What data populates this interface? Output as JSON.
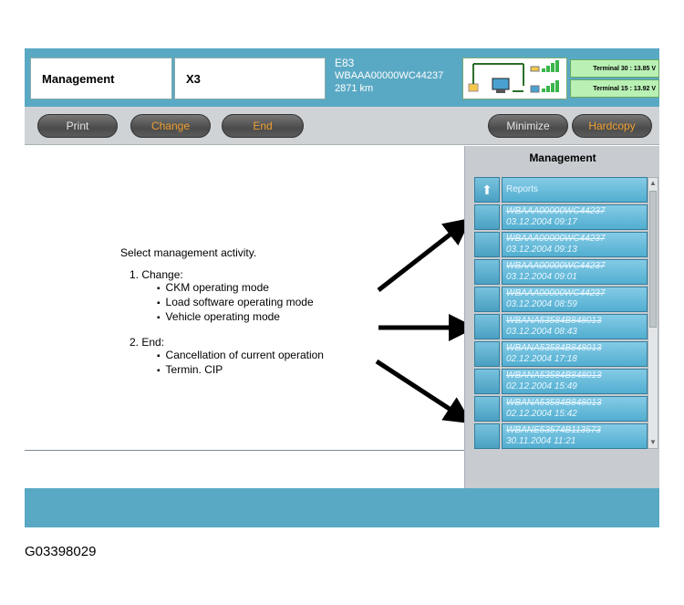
{
  "header": {
    "title": "Management",
    "model": "X3",
    "vehicle": {
      "code": "E83",
      "vin": "WBAAA00000WC44237",
      "mileage": "2871 km"
    },
    "terminal30": "Terminal 30 : 13.85 V",
    "terminal15": "Terminal 15 : 13.92 V"
  },
  "toolbar": {
    "print": "Print",
    "change": "Change",
    "end": "End",
    "minimize": "Minimize",
    "hardcopy": "Hardcopy"
  },
  "instructions": {
    "intro": "Select management activity.",
    "step1": {
      "title": "1.  Change:",
      "items": [
        "CKM operating mode",
        "Load software operating mode",
        "Vehicle operating mode"
      ]
    },
    "step2": {
      "title": "2.  End:",
      "items": [
        "Cancellation of current operation",
        "Termin. CIP"
      ]
    }
  },
  "side_panel": {
    "title": "Management",
    "reports_label": "Reports",
    "entries": [
      {
        "vin": "WBAAA00000WC44237",
        "date": "03.12.2004 09:17"
      },
      {
        "vin": "WBAAA00000WC44237",
        "date": "03.12.2004 09:13"
      },
      {
        "vin": "WBAAA00000WC44237",
        "date": "03.12.2004 09:01"
      },
      {
        "vin": "WBAAA00000WC44237",
        "date": "03.12.2004 08:59"
      },
      {
        "vin": "WBANA53584B848013",
        "date": "03.12.2004 08:43"
      },
      {
        "vin": "WBANA53584B848013",
        "date": "02.12.2004 17:18"
      },
      {
        "vin": "WBANA53584B848013",
        "date": "02.12.2004 15:49"
      },
      {
        "vin": "WBANA53584B848013",
        "date": "02.12.2004 15:42"
      },
      {
        "vin": "WBANE53574B113573",
        "date": "30.11.2004 11:21"
      }
    ]
  },
  "caption": "G03398029",
  "colors": {
    "header_blue": "#5aa9c4",
    "button_dark": "#555555",
    "button_orange_text": "#f0a030",
    "list_blue": "#6bbad9",
    "terminal_green": "#b9f0b4"
  }
}
